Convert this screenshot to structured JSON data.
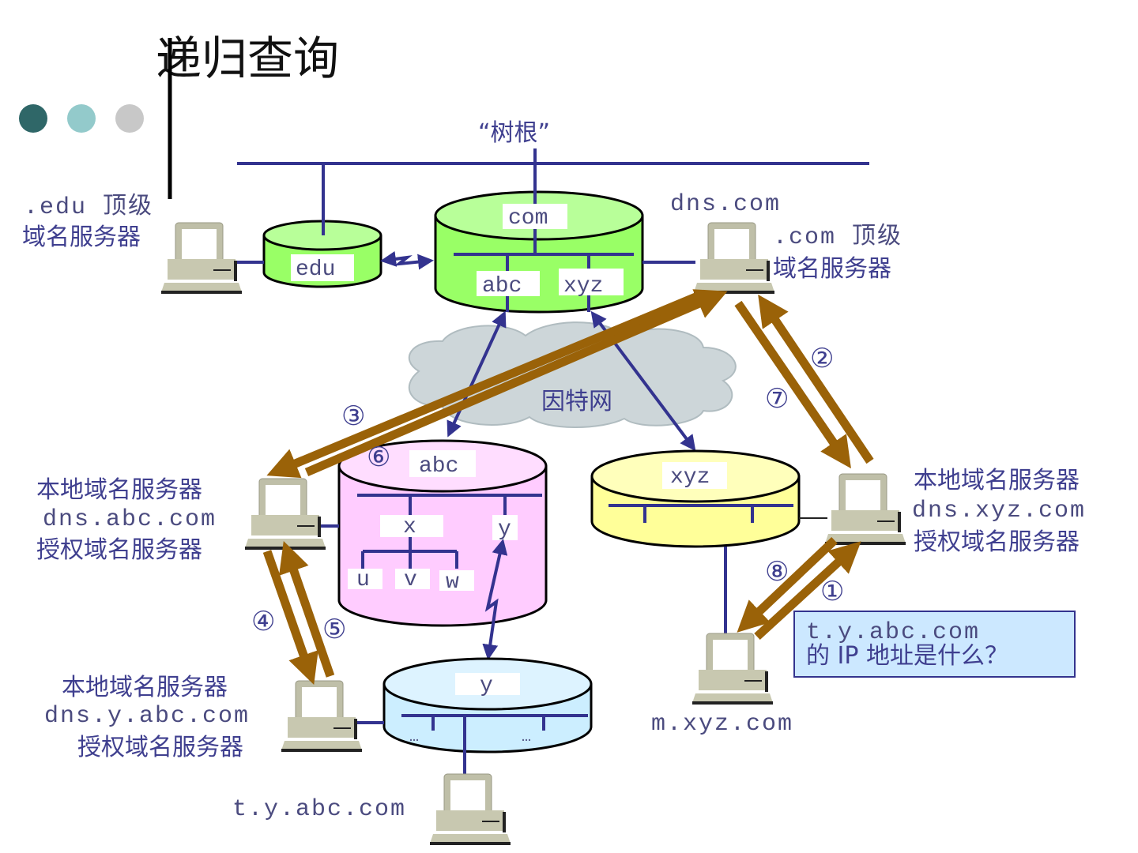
{
  "title": "递归查询",
  "decor_dots": [
    {
      "name": "dot-dark-teal",
      "color": "#2f6768"
    },
    {
      "name": "dot-light-teal",
      "color": "#93cacb"
    },
    {
      "name": "dot-grey",
      "color": "#c8c8c8"
    }
  ],
  "colors": {
    "network_line": "#33338f",
    "arrow": "#9a6208",
    "text": "#3f3f8f",
    "com_domain": "#99ff66",
    "edu_domain": "#99ff66",
    "abc_domain": "#ffccff",
    "xyz_domain": "#ffff99",
    "y_domain": "#cceeff",
    "cloud": "#cdd6d9",
    "question_box": "#cce8ff"
  },
  "root": {
    "label": "“树根”"
  },
  "internet": {
    "label": "因特网"
  },
  "domains": {
    "edu": {
      "label": "edu"
    },
    "com": {
      "label": "com",
      "children": [
        "abc",
        "xyz"
      ]
    },
    "abc": {
      "label": "abc",
      "children": [
        "x",
        "y"
      ],
      "x_children": [
        "u",
        "v",
        "w"
      ]
    },
    "xyz": {
      "label": "xyz"
    },
    "y": {
      "label": "y",
      "ellipsis": [
        "…",
        "…"
      ]
    }
  },
  "servers": {
    "edu_tld": {
      "line1": ".edu 顶级",
      "line2": "域名服务器"
    },
    "com_tld": {
      "name": "dns.com",
      "line1": ".com 顶级",
      "line2": "域名服务器"
    },
    "abc_local": {
      "line1": "本地域名服务器",
      "line2": "dns.abc.com",
      "line3": "授权域名服务器"
    },
    "xyz_local": {
      "line1": "本地域名服务器",
      "line2": "dns.xyz.com",
      "line3": "授权域名服务器"
    },
    "y_local": {
      "line1": "本地域名服务器",
      "line2": "dns.y.abc.com",
      "line3": "授权域名服务器"
    },
    "target_host": {
      "name": "t.y.abc.com"
    },
    "client_host": {
      "name": "m.xyz.com"
    }
  },
  "question": {
    "line1": "t.y.abc.com",
    "line2": "的 IP 地址是什么？"
  },
  "steps": [
    {
      "n": "①",
      "from": "m.xyz.com",
      "to": "dns.xyz.com"
    },
    {
      "n": "②",
      "from": "dns.xyz.com",
      "to": "dns.com"
    },
    {
      "n": "③",
      "from": "dns.com",
      "to": "dns.abc.com"
    },
    {
      "n": "④",
      "from": "dns.abc.com",
      "to": "dns.y.abc.com"
    },
    {
      "n": "⑤",
      "from": "dns.y.abc.com",
      "to": "dns.abc.com"
    },
    {
      "n": "⑥",
      "from": "dns.abc.com",
      "to": "dns.com"
    },
    {
      "n": "⑦",
      "from": "dns.com",
      "to": "dns.xyz.com"
    },
    {
      "n": "⑧",
      "from": "dns.xyz.com",
      "to": "m.xyz.com"
    }
  ]
}
